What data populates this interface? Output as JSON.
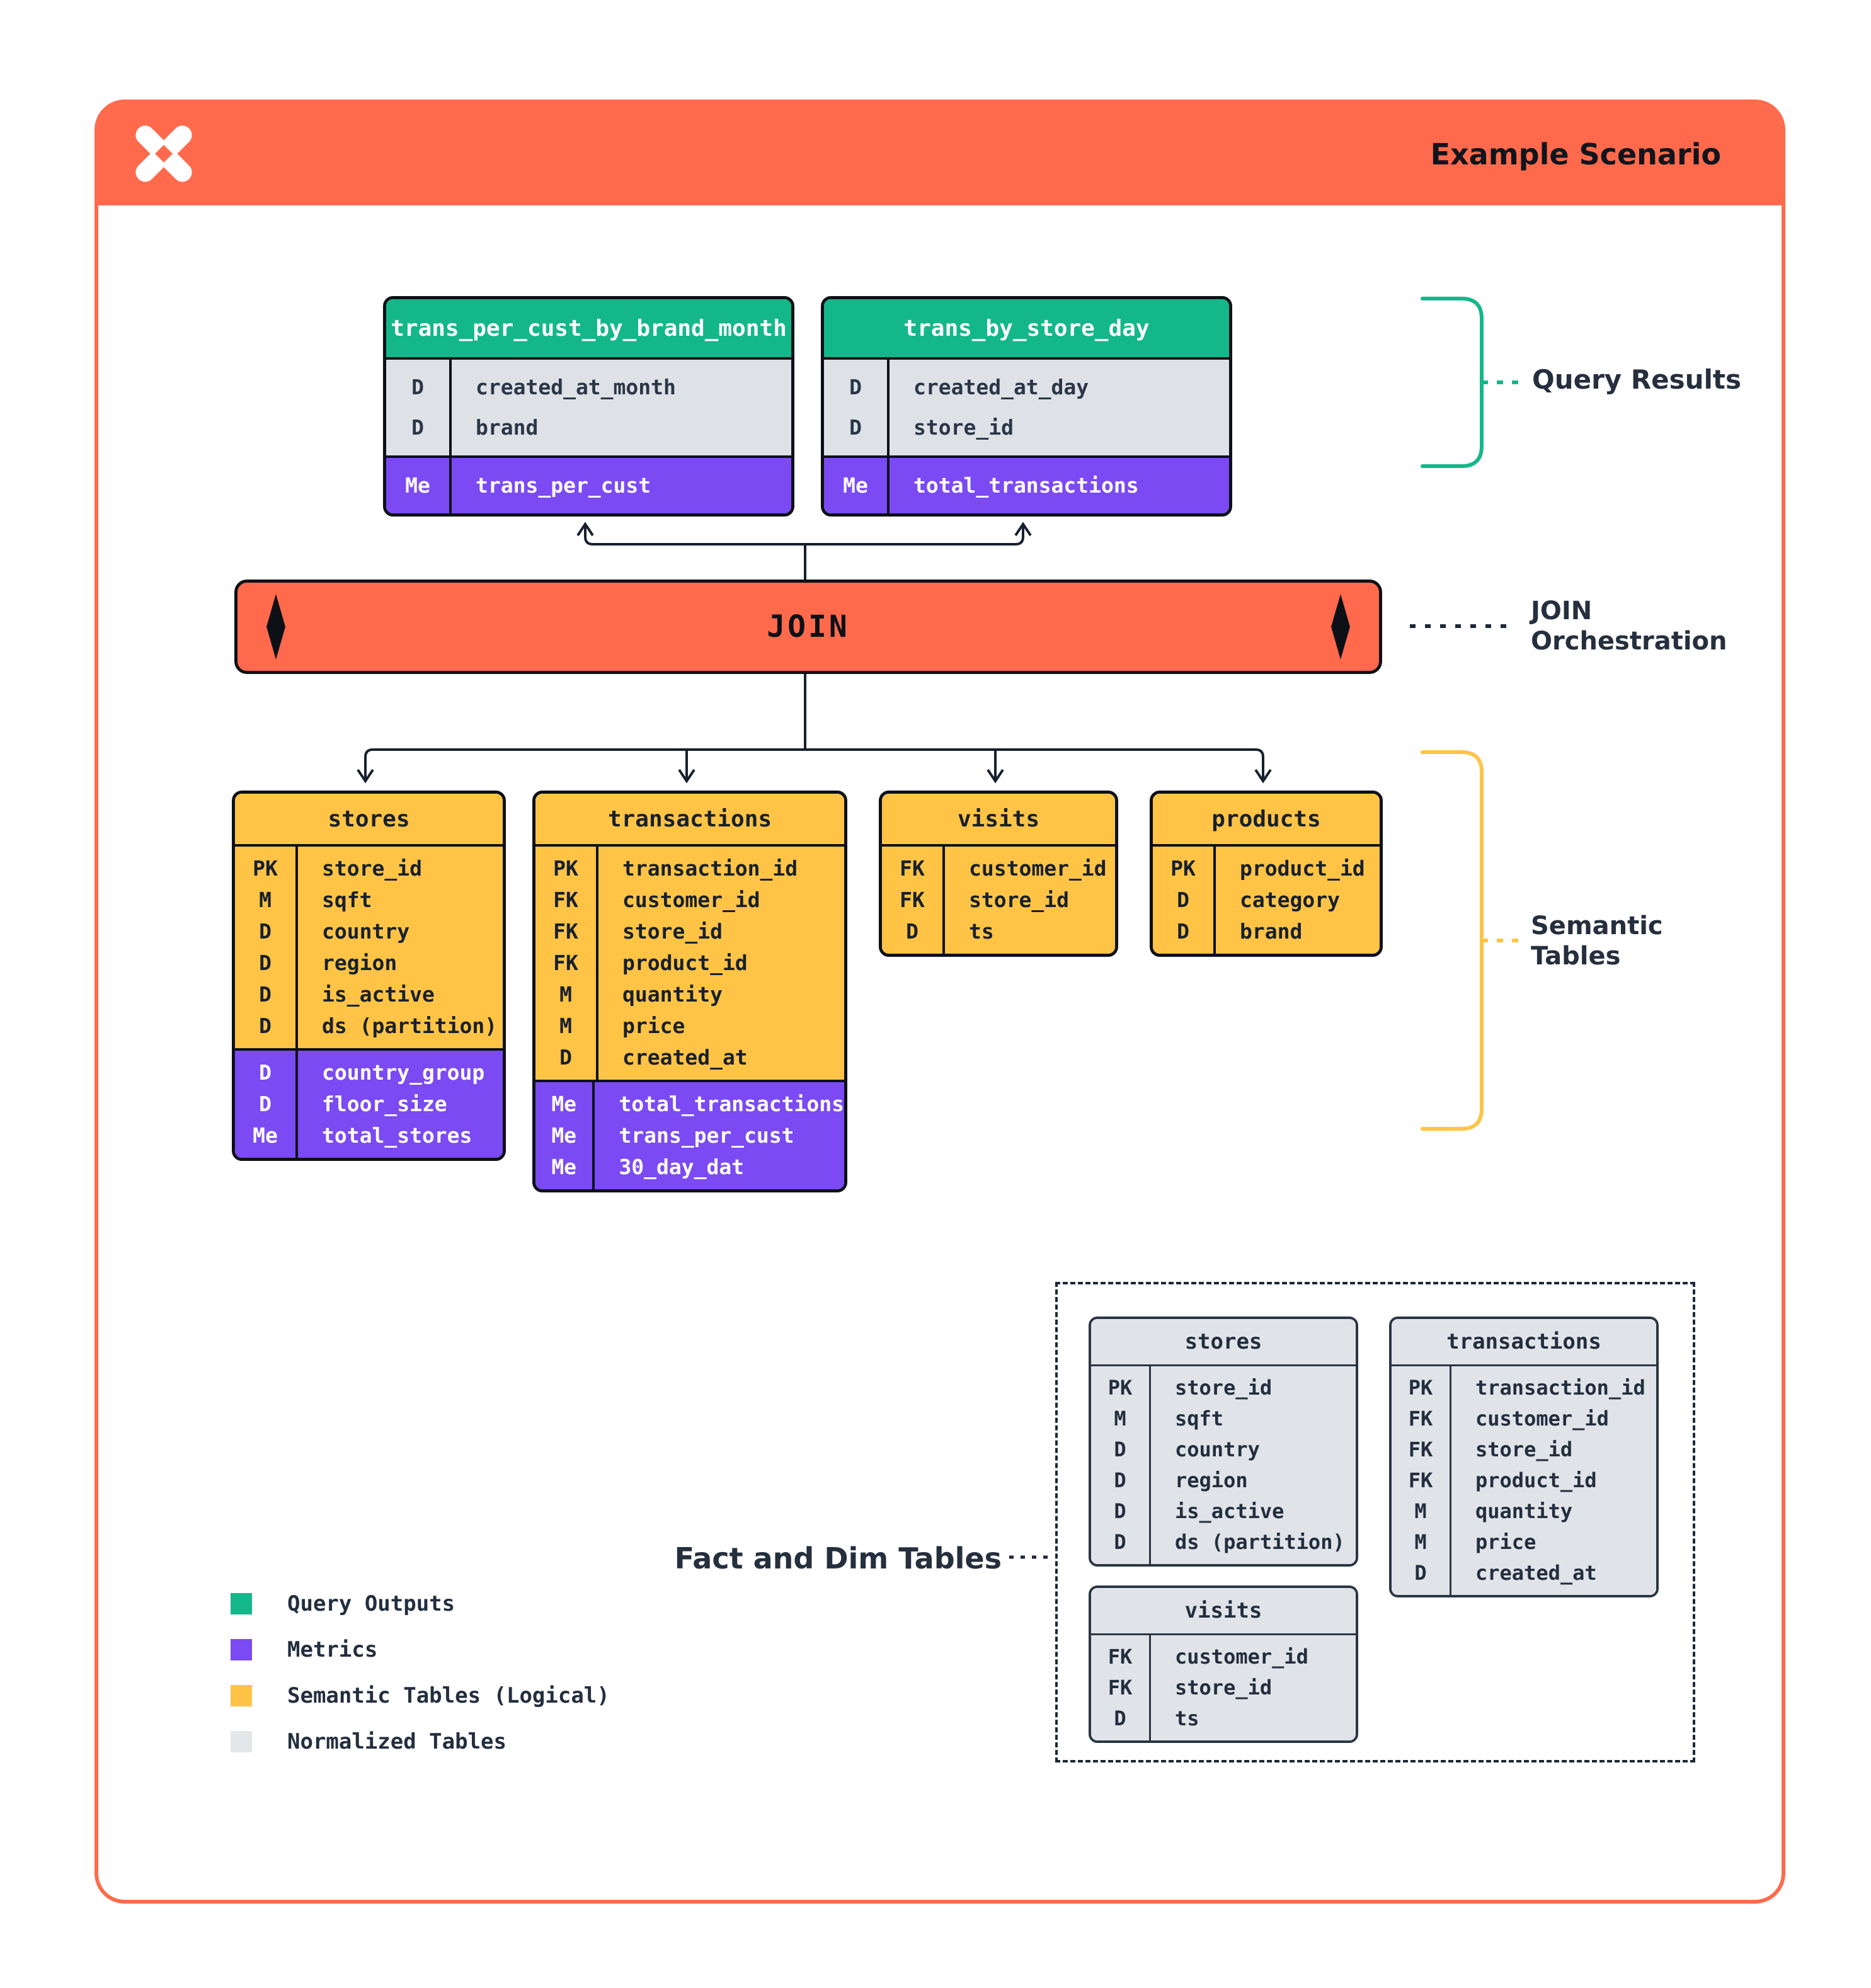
{
  "header": {
    "title": "Example Scenario"
  },
  "join": {
    "label": "JOIN"
  },
  "annotations": {
    "query_results": "Query Results",
    "join_line1": "JOIN",
    "join_line2": "Orchestration",
    "semantic_line1": "Semantic",
    "semantic_line2": "Tables",
    "fact_dim": "Fact and Dim Tables"
  },
  "colors": {
    "accent_orange": "#FF6A4C",
    "query_output_green": "#14B78A",
    "metric_purple": "#7B4AF2",
    "semantic_yellow": "#FFC445",
    "normalized_gray": "#E0E4E8",
    "text_navy": "#252F3E"
  },
  "query_tables": [
    {
      "name": "trans_per_cust_by_brand_month",
      "sections": [
        {
          "kind": "base",
          "rows": [
            {
              "badge": "D",
              "field": "created_at_month"
            },
            {
              "badge": "D",
              "field": "brand"
            }
          ]
        },
        {
          "kind": "metric",
          "rows": [
            {
              "badge": "Me",
              "field": "trans_per_cust"
            }
          ]
        }
      ]
    },
    {
      "name": "trans_by_store_day",
      "sections": [
        {
          "kind": "base",
          "rows": [
            {
              "badge": "D",
              "field": "created_at_day"
            },
            {
              "badge": "D",
              "field": "store_id"
            }
          ]
        },
        {
          "kind": "metric",
          "rows": [
            {
              "badge": "Me",
              "field": "total_transactions"
            }
          ]
        }
      ]
    }
  ],
  "semantic_tables": [
    {
      "name": "stores",
      "sections": [
        {
          "kind": "base",
          "rows": [
            {
              "badge": "PK",
              "field": "store_id"
            },
            {
              "badge": "M",
              "field": "sqft"
            },
            {
              "badge": "D",
              "field": "country"
            },
            {
              "badge": "D",
              "field": "region"
            },
            {
              "badge": "D",
              "field": "is_active"
            },
            {
              "badge": "D",
              "field": "ds (partition)"
            }
          ]
        },
        {
          "kind": "metric",
          "rows": [
            {
              "badge": "D",
              "field": "country_group"
            },
            {
              "badge": "D",
              "field": "floor_size"
            },
            {
              "badge": "Me",
              "field": "total_stores"
            }
          ]
        }
      ]
    },
    {
      "name": "transactions",
      "sections": [
        {
          "kind": "base",
          "rows": [
            {
              "badge": "PK",
              "field": "transaction_id"
            },
            {
              "badge": "FK",
              "field": "customer_id"
            },
            {
              "badge": "FK",
              "field": "store_id"
            },
            {
              "badge": "FK",
              "field": "product_id"
            },
            {
              "badge": "M",
              "field": "quantity"
            },
            {
              "badge": "M",
              "field": "price"
            },
            {
              "badge": "D",
              "field": "created_at"
            }
          ]
        },
        {
          "kind": "metric",
          "rows": [
            {
              "badge": "Me",
              "field": "total_transactions"
            },
            {
              "badge": "Me",
              "field": "trans_per_cust"
            },
            {
              "badge": "Me",
              "field": "30_day_dat"
            }
          ]
        }
      ]
    },
    {
      "name": "visits",
      "sections": [
        {
          "kind": "base",
          "rows": [
            {
              "badge": "FK",
              "field": "customer_id"
            },
            {
              "badge": "FK",
              "field": "store_id"
            },
            {
              "badge": "D",
              "field": "ts"
            }
          ]
        }
      ]
    },
    {
      "name": "products",
      "sections": [
        {
          "kind": "base",
          "rows": [
            {
              "badge": "PK",
              "field": "product_id"
            },
            {
              "badge": "D",
              "field": "category"
            },
            {
              "badge": "D",
              "field": "brand"
            }
          ]
        }
      ]
    }
  ],
  "normalized_tables": [
    {
      "name": "stores",
      "sections": [
        {
          "kind": "base",
          "rows": [
            {
              "badge": "PK",
              "field": "store_id"
            },
            {
              "badge": "M",
              "field": "sqft"
            },
            {
              "badge": "D",
              "field": "country"
            },
            {
              "badge": "D",
              "field": "region"
            },
            {
              "badge": "D",
              "field": "is_active"
            },
            {
              "badge": "D",
              "field": "ds (partition)"
            }
          ]
        }
      ]
    },
    {
      "name": "transactions",
      "sections": [
        {
          "kind": "base",
          "rows": [
            {
              "badge": "PK",
              "field": "transaction_id"
            },
            {
              "badge": "FK",
              "field": "customer_id"
            },
            {
              "badge": "FK",
              "field": "store_id"
            },
            {
              "badge": "FK",
              "field": "product_id"
            },
            {
              "badge": "M",
              "field": "quantity"
            },
            {
              "badge": "M",
              "field": "price"
            },
            {
              "badge": "D",
              "field": "created_at"
            }
          ]
        }
      ]
    },
    {
      "name": "visits",
      "sections": [
        {
          "kind": "base",
          "rows": [
            {
              "badge": "FK",
              "field": "customer_id"
            },
            {
              "badge": "FK",
              "field": "store_id"
            },
            {
              "badge": "D",
              "field": "ts"
            }
          ]
        }
      ]
    }
  ],
  "legend": {
    "items": [
      {
        "label": "Query Outputs",
        "color": "#14B78A"
      },
      {
        "label": "Metrics",
        "color": "#7B4AF2"
      },
      {
        "label": "Semantic Tables (Logical)",
        "color": "#FFC445"
      },
      {
        "label": "Normalized Tables",
        "color": "#E3E7EA"
      }
    ]
  }
}
